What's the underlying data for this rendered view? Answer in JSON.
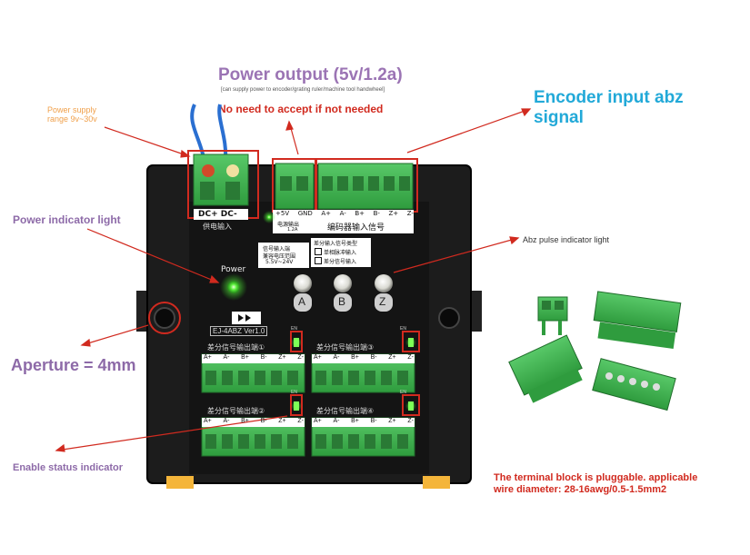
{
  "annotations": {
    "power_output_title": "Power output (5v/1.2a)",
    "power_output_sub": "[can supply power to encoder/grating ruler/machine tool handwheel]",
    "no_need": "No need to accept if not needed",
    "encoder_input": "Encoder input abz",
    "encoder_signal": "signal",
    "power_supply_line1": "Power supply",
    "power_supply_line2": "range 9v~30v",
    "power_indicator": "Power indicator light",
    "abz_indicator": "Abz pulse indicator light",
    "aperture": "Aperture = 4mm",
    "enable_status": "Enable status indicator",
    "terminal_note_line1": "The terminal block is pluggable. applicable",
    "terminal_note_line2": "wire diameter: 28-16awg/0.5-1.5mm2"
  },
  "board": {
    "dc_label": "DC+ DC-",
    "supply_input": "供电输入",
    "pins_top": [
      "+5V",
      "GND",
      "A+",
      "A-",
      "B+",
      "B-",
      "Z+",
      "Z-"
    ],
    "power_out_label": "电源输出",
    "power_out_spec": "1.2A",
    "encoder_label": "编码器输入信号",
    "signal_input_voltage": "信号输入端",
    "voltage_range_label": "兼容电压范围",
    "voltage_range": "5.5V~24V",
    "diff_type_title": "差分输入信号类型",
    "single_ended": "单相脉冲输入",
    "differential": "差分信号输入",
    "power_led_label": "Power",
    "abz_leds": [
      "A",
      "B",
      "Z"
    ],
    "model": "EJ-4ABZ Ver1.0",
    "output_label_1": "差分信号输出端①",
    "output_label_2": "差分信号输出端②",
    "output_label_3": "差分信号输出端③",
    "output_label_4": "差分信号输出端④",
    "output_pins": [
      "A+",
      "A-",
      "B+",
      "B-",
      "Z+",
      "Z-"
    ],
    "en_label": "EN"
  },
  "colors": {
    "purple": "#9b74b4",
    "cyan": "#22a9d8",
    "red": "#d12a1f",
    "orange": "#f0a04b",
    "board": "#1b1b1b",
    "terminal_green": "#3cb54a",
    "led_green": "#39e02b"
  }
}
